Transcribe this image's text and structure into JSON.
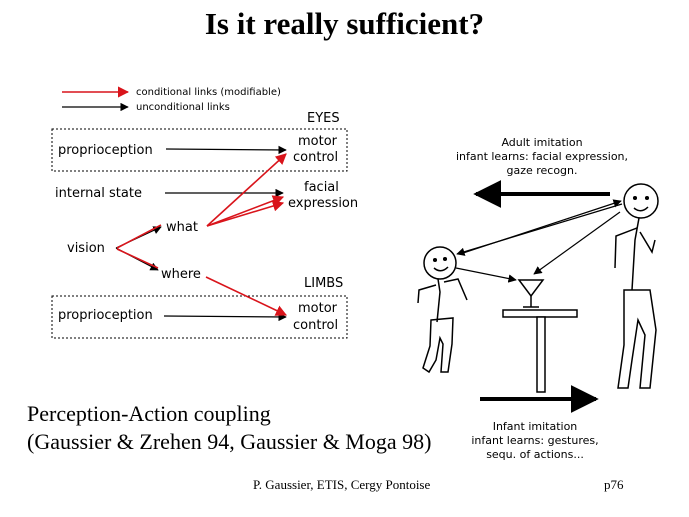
{
  "title": "Is it really sufficient?",
  "legend": {
    "conditional": "conditional links (modifiable)",
    "unconditional": "unconditional links"
  },
  "groups": {
    "eyes": "EYES",
    "limbs": "LIMBS"
  },
  "nodes": {
    "proprioception_top": "proprioception",
    "motor_control_top": [
      "motor",
      "control"
    ],
    "internal_state": "internal state",
    "facial_expression": [
      "facial",
      "expression"
    ],
    "what": "what",
    "vision": "vision",
    "where": "where",
    "proprioception_bottom": "proprioception",
    "motor_control_bottom": [
      "motor",
      "control"
    ]
  },
  "adult_imitation": [
    "Adult imitation",
    "infant learns: facial expression,",
    "gaze recogn."
  ],
  "infant_imitation": [
    "Infant imitation",
    "infant learns: gestures,",
    "sequ. of actions..."
  ],
  "coupling_text": [
    "Perception-Action coupling",
    "(Gaussier & Zrehen 94, Gaussier & Moga 98)"
  ],
  "footer": {
    "author": "P. Gaussier, ETIS, Cergy Pontoise",
    "page": "p76"
  },
  "colors": {
    "conditional": "#d9141b",
    "unconditional": "#000000"
  }
}
